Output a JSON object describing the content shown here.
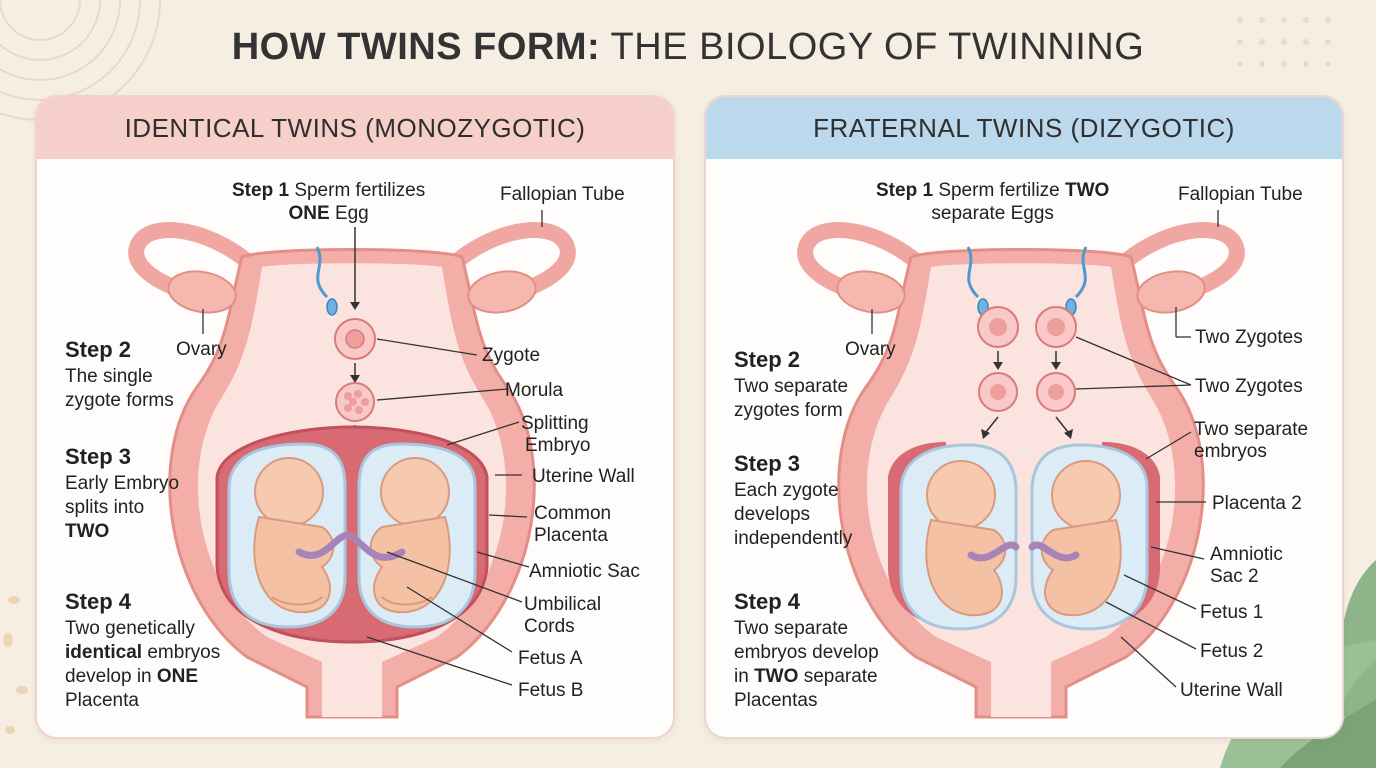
{
  "title": {
    "bold": "HOW TWINS FORM:",
    "light": "THE BIOLOGY OF TWINNING"
  },
  "colors": {
    "identical_header": "#f6cfcb",
    "fraternal_header": "#bcd8ec",
    "uterus": "#f2a9a4",
    "sac": "#dcecf7"
  },
  "identical": {
    "header": "IDENTICAL TWINS (MONOZYGOTIC)",
    "step1": {
      "num": "Step 1",
      "text_a": "Sperm fertilizes",
      "bold": "ONE",
      "text_b": "Egg"
    },
    "step2": {
      "heading": "Step 2",
      "line1": "The single",
      "line2": "zygote forms"
    },
    "step3": {
      "heading": "Step 3",
      "line1": "Early Embryo",
      "line2": "splits into",
      "bold": "TWO"
    },
    "step4": {
      "heading": "Step 4",
      "line1": "Two genetically",
      "bold1": "identical",
      "line2b": "embryos",
      "line3a": "develop in",
      "bold2": "ONE",
      "line4": "Placenta"
    },
    "labels": {
      "fallopian": "Fallopian Tube",
      "ovary": "Ovary",
      "zygote": "Zygote",
      "morula": "Morula",
      "splitting_1": "Splitting",
      "splitting_2": "Embryo",
      "uterine_wall": "Uterine Wall",
      "placenta_1": "Common",
      "placenta_2": "Placenta",
      "amniotic": "Amniotic Sac",
      "cords_1": "Umbilical",
      "cords_2": "Cords",
      "fetus_a": "Fetus A",
      "fetus_b": "Fetus B"
    }
  },
  "fraternal": {
    "header": "FRATERNAL TWINS (DIZYGOTIC)",
    "step1": {
      "num": "Step 1",
      "text_a": "Sperm fertilize",
      "bold": "TWO",
      "text_b": "separate Eggs"
    },
    "step2": {
      "heading": "Step 2",
      "line1": "Two separate",
      "line2": "zygotes form"
    },
    "step3": {
      "heading": "Step 3",
      "line1": "Each zygote",
      "line2": "develops",
      "line3": "independently"
    },
    "step4": {
      "heading": "Step 4",
      "line1": "Two separate",
      "line2": "embryos develop",
      "line3a": "in",
      "bold": "TWO",
      "line3b": "separate",
      "line4": "Placentas"
    },
    "labels": {
      "fallopian": "Fallopian Tube",
      "ovary": "Ovary",
      "zygotes_top": "Two Zygotes",
      "zygotes_mid": "Two Zygotes",
      "embryos_1": "Two separate",
      "embryos_2": "embryos",
      "placenta2": "Placenta 2",
      "amniotic_1": "Amniotic",
      "amniotic_2": "Sac 2",
      "fetus1": "Fetus 1",
      "fetus2": "Fetus 2",
      "uterine_wall": "Uterine Wall"
    }
  }
}
